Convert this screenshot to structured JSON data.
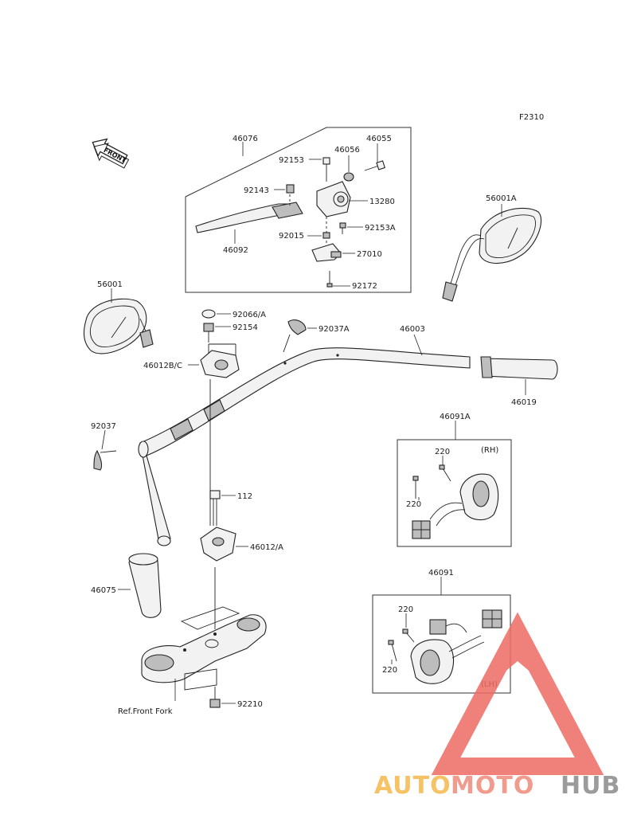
{
  "figure": {
    "code": "F2310",
    "front_marker": "FRONT"
  },
  "parts": {
    "p46076": "46076",
    "p92153": "92153",
    "p46056": "46056",
    "p46055": "46055",
    "p92143": "92143",
    "p13280": "13280",
    "p92015": "92015",
    "p92153A": "92153A",
    "p46092": "46092",
    "p27010": "27010",
    "p92172": "92172",
    "p56001A": "56001A",
    "p56001": "56001",
    "p92066A": "92066/A",
    "p92154": "92154",
    "p92037A": "92037A",
    "p46003": "46003",
    "p46012BC": "46012B/C",
    "p46019": "46019",
    "p92037": "92037",
    "p46091A": "46091A",
    "p220a": "220",
    "rh": "(RH)",
    "p220b": "220",
    "p112": "112",
    "p46012A": "46012/A",
    "p46075": "46075",
    "p46091": "46091",
    "p220c": "220",
    "p220d": "220",
    "lh": "(LH)",
    "ref_fork": "Ref.Front Fork",
    "p92210": "92210"
  },
  "watermark": {
    "part1": "AUTO",
    "part2": "MOTO",
    "part3": "HUB",
    "color1": "#f5b84c",
    "color2": "#ef8a7c",
    "color3": "#8a8a8a",
    "triangle_color": "#ee6b63"
  }
}
